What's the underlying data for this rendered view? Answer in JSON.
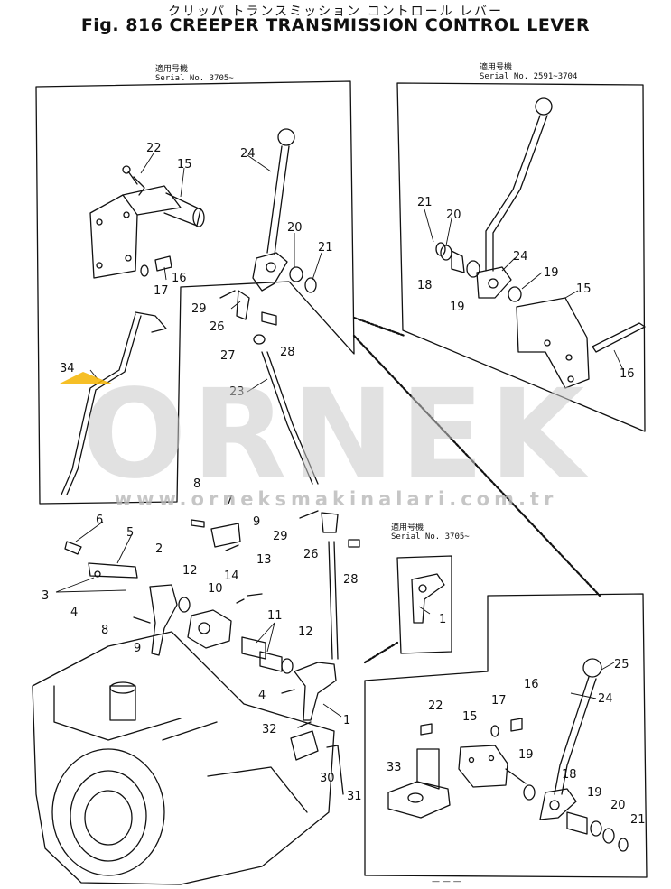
{
  "title_jp": "クリッパ トランスミッション コントロール レバー",
  "title_en": "Fig. 816 CREEPER TRANSMISSION CONTROL LEVER",
  "panels": [
    {
      "id": "panel-a",
      "serial_jp": "適用号機",
      "serial": "Serial No. 3705~"
    },
    {
      "id": "panel-b",
      "serial_jp": "適用号機",
      "serial": "Serial No. 2591~3704"
    },
    {
      "id": "panel-c",
      "serial_jp": "適用号機",
      "serial": "Serial No. 3705~"
    }
  ],
  "watermark": {
    "brand": "ORNEK",
    "url": "www.orneksmakinalari.com.tr",
    "color": "#c9c9c9",
    "accent": "#f5b400"
  },
  "labels": {
    "a22": "22",
    "a15": "15",
    "a24": "24",
    "a20": "20",
    "a21": "21",
    "a16": "16",
    "a17": "17",
    "a29": "29",
    "a26": "26",
    "a28": "28",
    "a27": "27",
    "a34": "34",
    "a23": "23",
    "b21": "21",
    "b20": "20",
    "b24": "24",
    "b18": "18",
    "b19a": "19",
    "b19b": "19",
    "b15": "15",
    "b16": "16",
    "m6": "6",
    "m5": "5",
    "m8a": "8",
    "m7": "7",
    "m9a": "9",
    "m2": "2",
    "m3": "3",
    "m12a": "12",
    "m10": "10",
    "m14": "14",
    "m13": "13",
    "m4a": "4",
    "m8b": "8",
    "m9b": "9",
    "m11": "11",
    "m12b": "12",
    "m29": "29",
    "m26": "26",
    "m28": "28",
    "m4b": "4",
    "m1": "1",
    "m32": "32",
    "m30": "30",
    "m31": "31",
    "i1": "1",
    "c25": "25",
    "c22": "22",
    "c17": "17",
    "c16": "16",
    "c15": "15",
    "c24": "24",
    "c19a": "19",
    "c33": "33",
    "c18": "18",
    "c19b": "19",
    "c20": "20",
    "c21": "21"
  },
  "page_foot": "— — —"
}
